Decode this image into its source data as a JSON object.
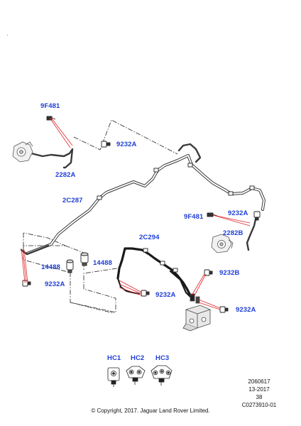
{
  "labels": {
    "l_9f481_top": "9F481",
    "l_9232a_top": "9232A",
    "l_2282a": "2282A",
    "l_2c287": "2C287",
    "l_9f481_right": "9F481",
    "l_9232a_right": "9232A",
    "l_2282b": "2282B",
    "l_2c294": "2C294",
    "l_14488_left": "14488",
    "l_14488_right": "14488",
    "l_9232a_left": "9232A",
    "l_9232a_mid": "9232A",
    "l_9232b": "9232B",
    "l_9232a_bottom": "9232A",
    "l_hc1": "HC1",
    "l_hc2": "HC2",
    "l_hc3": "HC3"
  },
  "reference": {
    "line1": "2060617",
    "line2": "13-2017",
    "line3": "38",
    "line4": "C0273910-01"
  },
  "copyright": "© Copyright, 2017. Jaguar Land Rover Limited.",
  "colors": {
    "label": "#1f3fd6",
    "leader": "#e0262b",
    "pipe": "#3a3a3a",
    "outline": "#222222"
  }
}
